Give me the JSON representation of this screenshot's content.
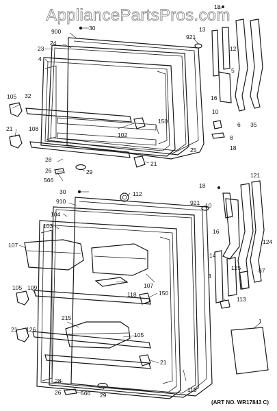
{
  "watermark": "AppliancePartsPros.com",
  "art_number": "(ART NO. WR17843 C)",
  "labels": {
    "top": [
      "18",
      "13",
      "30",
      "900",
      "921",
      "12",
      "23",
      "24",
      "4",
      "5",
      "105",
      "32",
      "16",
      "10",
      "150",
      "8",
      "6",
      "35",
      "108",
      "102",
      "25",
      "18",
      "21",
      "28",
      "26",
      "566",
      "29",
      "21"
    ],
    "bottom": [
      "30",
      "112",
      "18",
      "121",
      "910",
      "921",
      "10",
      "104",
      "103",
      "16",
      "107",
      "14",
      "124",
      "125",
      "3",
      "87",
      "118",
      "107",
      "105",
      "109",
      "113",
      "150",
      "215",
      "21",
      "126",
      "105",
      "1",
      "21",
      "115",
      "28",
      "26",
      "566",
      "29"
    ]
  }
}
